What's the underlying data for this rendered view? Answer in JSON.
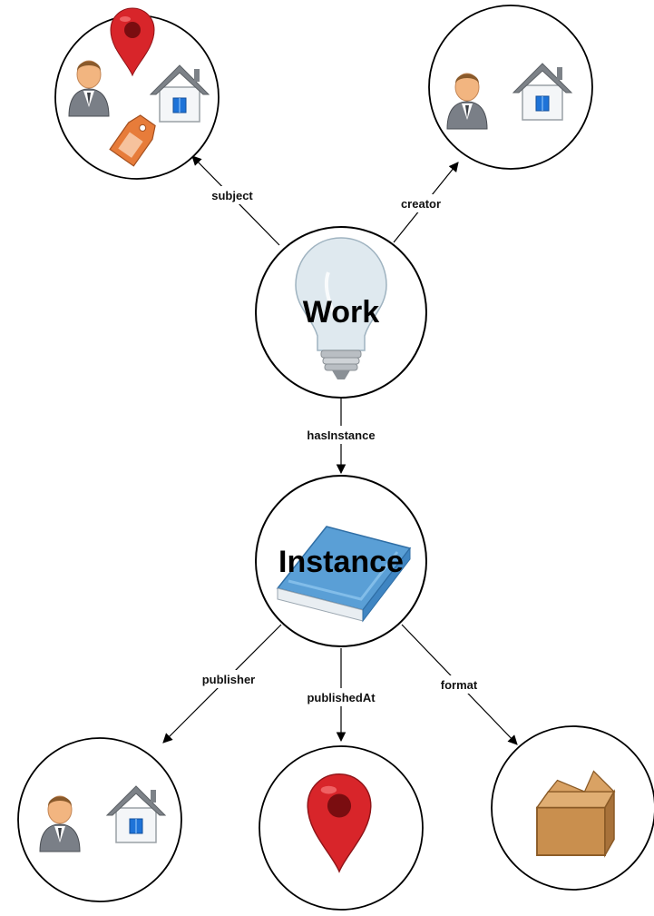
{
  "nodes": {
    "work": {
      "label": "Work",
      "icon": "lightbulb-icon"
    },
    "instance": {
      "label": "Instance",
      "icon": "book-icon"
    },
    "work_subject": {
      "icons": [
        "person-icon",
        "map-pin-icon",
        "house-icon",
        "tag-icon"
      ]
    },
    "work_creator": {
      "icons": [
        "person-icon",
        "house-icon"
      ]
    },
    "instance_publisher": {
      "icons": [
        "person-icon",
        "house-icon"
      ]
    },
    "instance_published_at": {
      "icons": [
        "map-pin-icon"
      ]
    },
    "instance_format": {
      "icons": [
        "box-icon"
      ]
    }
  },
  "edges": {
    "subject": "subject",
    "creator": "creator",
    "has_instance": "hasInstance",
    "publisher": "publisher",
    "published_at": "publishedAt",
    "format": "format"
  },
  "colors": {
    "node_fill": "#ffffff",
    "node_stroke": "#000000",
    "pin_red": "#d8252a",
    "person_suit": "#7a7f87",
    "person_skin": "#f2b580",
    "house_roof": "#7d8288",
    "house_window": "#1e73d8",
    "book_blue": "#5a9fd6",
    "box_tan": "#c98f4e",
    "tag_orange": "#e77c3a",
    "bulb_glass": "#dfe9ef"
  }
}
